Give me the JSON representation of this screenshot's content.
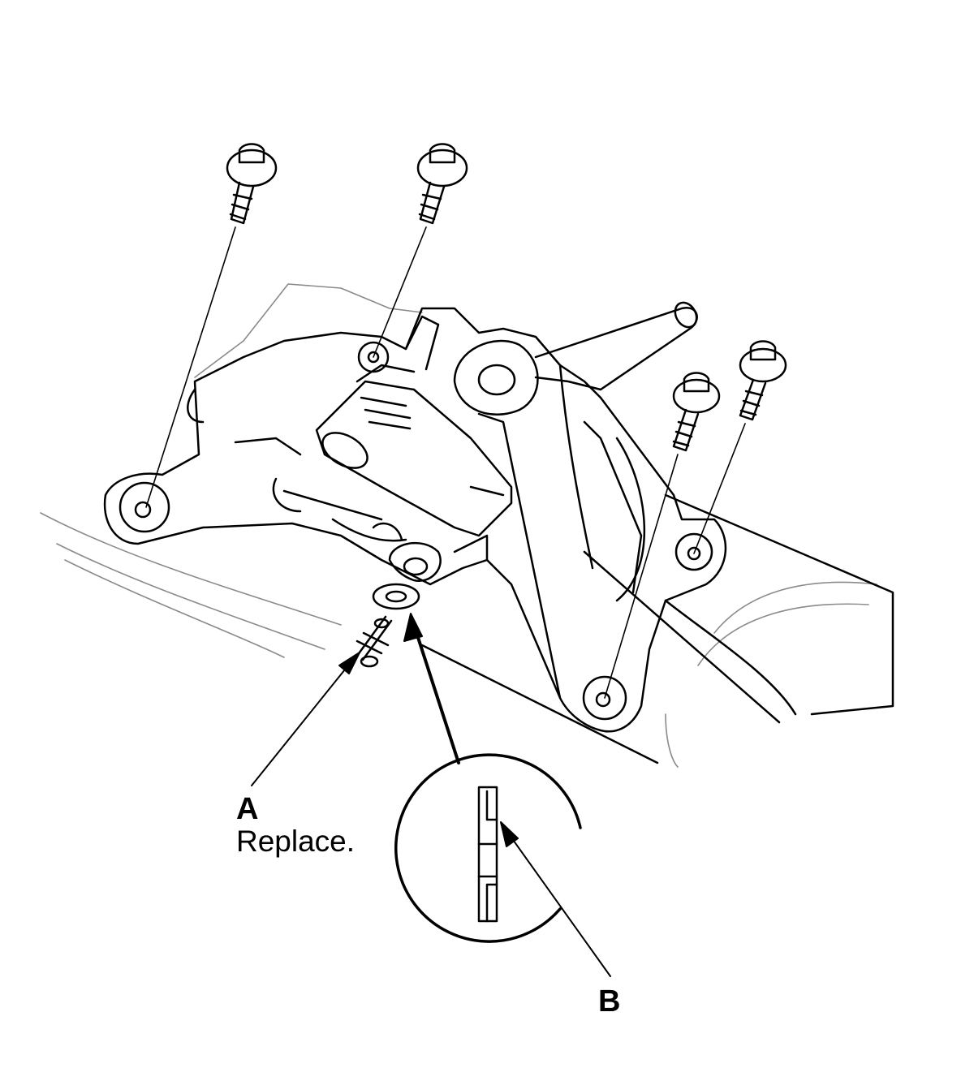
{
  "callouts": {
    "a": {
      "letter": "A",
      "note": "Replace."
    },
    "b": {
      "letter": "B"
    }
  },
  "colors": {
    "line": "#000000",
    "light_line": "#8a8a8a",
    "background": "#ffffff"
  }
}
